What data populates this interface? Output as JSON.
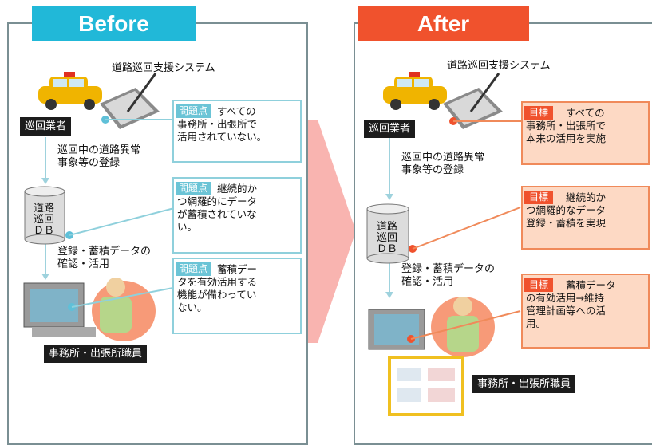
{
  "before": {
    "header": "Before",
    "system_label": "道路巡回支援システム",
    "patrol_label": "巡回業者",
    "step1": "巡回中の道路異常\n事象等の登録",
    "db_label": "道路\n巡回\nＤＢ",
    "step2": "登録・蓄積データの\n確認・活用",
    "staff_label": "事務所・出張所職員",
    "notes": [
      {
        "tag": "問題点",
        "text": "　　　　すべての\n事務所・出張所で\n活用されていない。"
      },
      {
        "tag": "問題点",
        "text": "　　　　継続的か\nつ網羅的にデータ\nが蓄積されていな\nい。"
      },
      {
        "tag": "問題点",
        "text": "　　　　蓄積デー\nタを有効活用する\n機能が備わってい\nない。"
      }
    ]
  },
  "after": {
    "header": "After",
    "system_label": "道路巡回支援システム",
    "patrol_label": "巡回業者",
    "step1": "巡回中の道路異常\n事象等の登録",
    "db_label": "道路\n巡回\nＤＢ",
    "step2": "登録・蓄積データの\n確認・活用",
    "staff_label": "事務所・出張所職員",
    "notes": [
      {
        "tag": "目標",
        "text": "　　　　すべての\n事務所・出張所で\n本来の活用を実施"
      },
      {
        "tag": "目標",
        "text": "　　　　継続的か\nつ網羅的なデータ\n登録・蓄積を実現"
      },
      {
        "tag": "目標",
        "text": "　　　　蓄積データ\nの有効活用→維持\n管理計画等への活\n用。"
      }
    ]
  },
  "colors": {
    "before_accent": "#21b8d8",
    "after_accent": "#f0522d",
    "arrow": "#f8a6a3"
  }
}
